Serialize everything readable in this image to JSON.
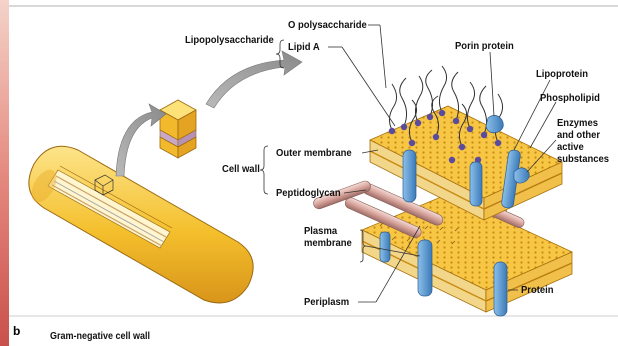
{
  "panel_letter": "b",
  "caption": "Gram-negative cell wall",
  "labels": {
    "lipopolysaccharide": "Lipopolysaccharide",
    "o_polysaccharide": "O polysaccharide",
    "lipid_a": "Lipid A",
    "porin_protein": "Porin protein",
    "lipoprotein": "Lipoprotein",
    "phospholipid": "Phospholipid",
    "enzymes": "Enzymes\nand other\nactive\nsubstances",
    "cell_wall": "Cell wall",
    "outer_membrane": "Outer membrane",
    "peptidoglycan": "Peptidoglycan",
    "plasma_membrane": "Plasma\nmembrane",
    "periplasm": "Periplasm",
    "protein": "Protein"
  },
  "colors": {
    "membrane_yellow": "#f5c842",
    "membrane_dark": "#d89a10",
    "protein_blue": "#5b9bd1",
    "peptidoglycan_pink": "#d8a9a2",
    "border_red": "#c9504c"
  }
}
